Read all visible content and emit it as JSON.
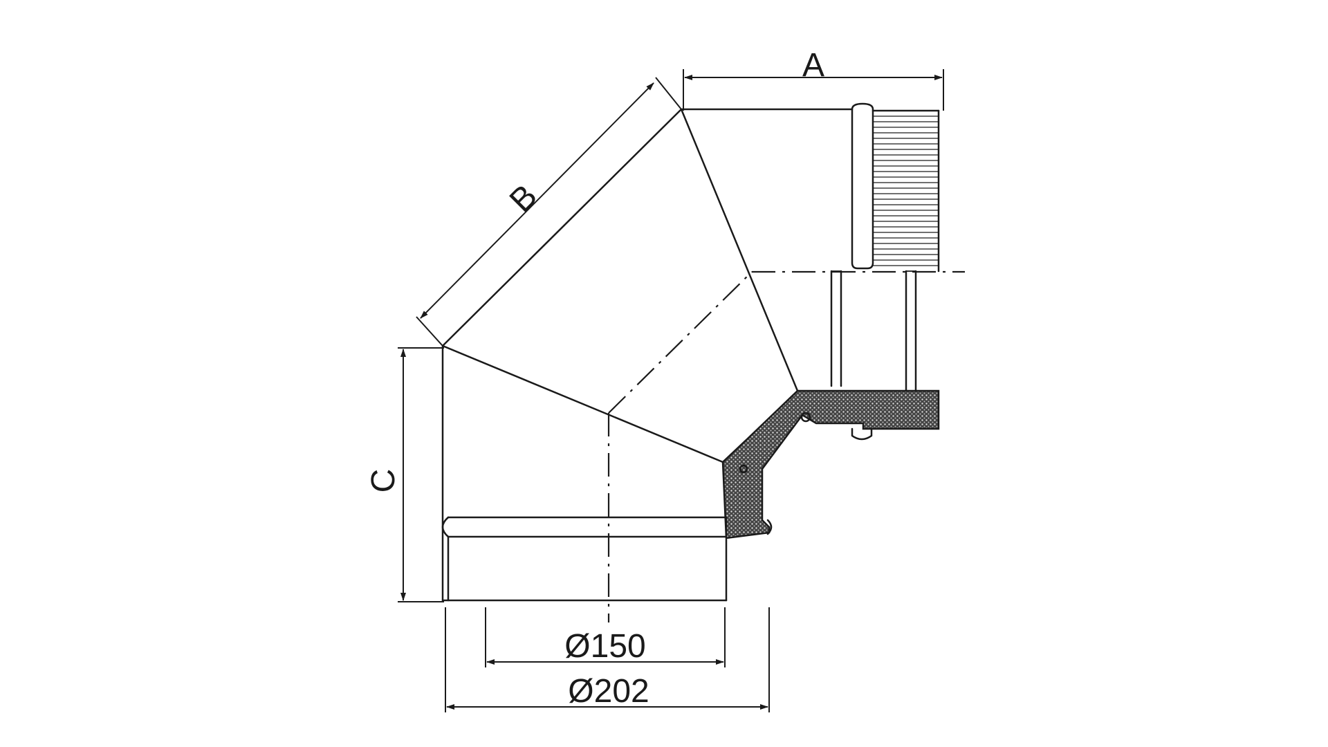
{
  "drawing": {
    "dimensions": {
      "a": "A",
      "b": "B",
      "c": "C",
      "inner_diameter": "Ø150",
      "outer_diameter": "Ø202"
    },
    "colors": {
      "line": "#1a1a1a",
      "background": "#ffffff",
      "insulation": "#2a2a2a"
    }
  }
}
